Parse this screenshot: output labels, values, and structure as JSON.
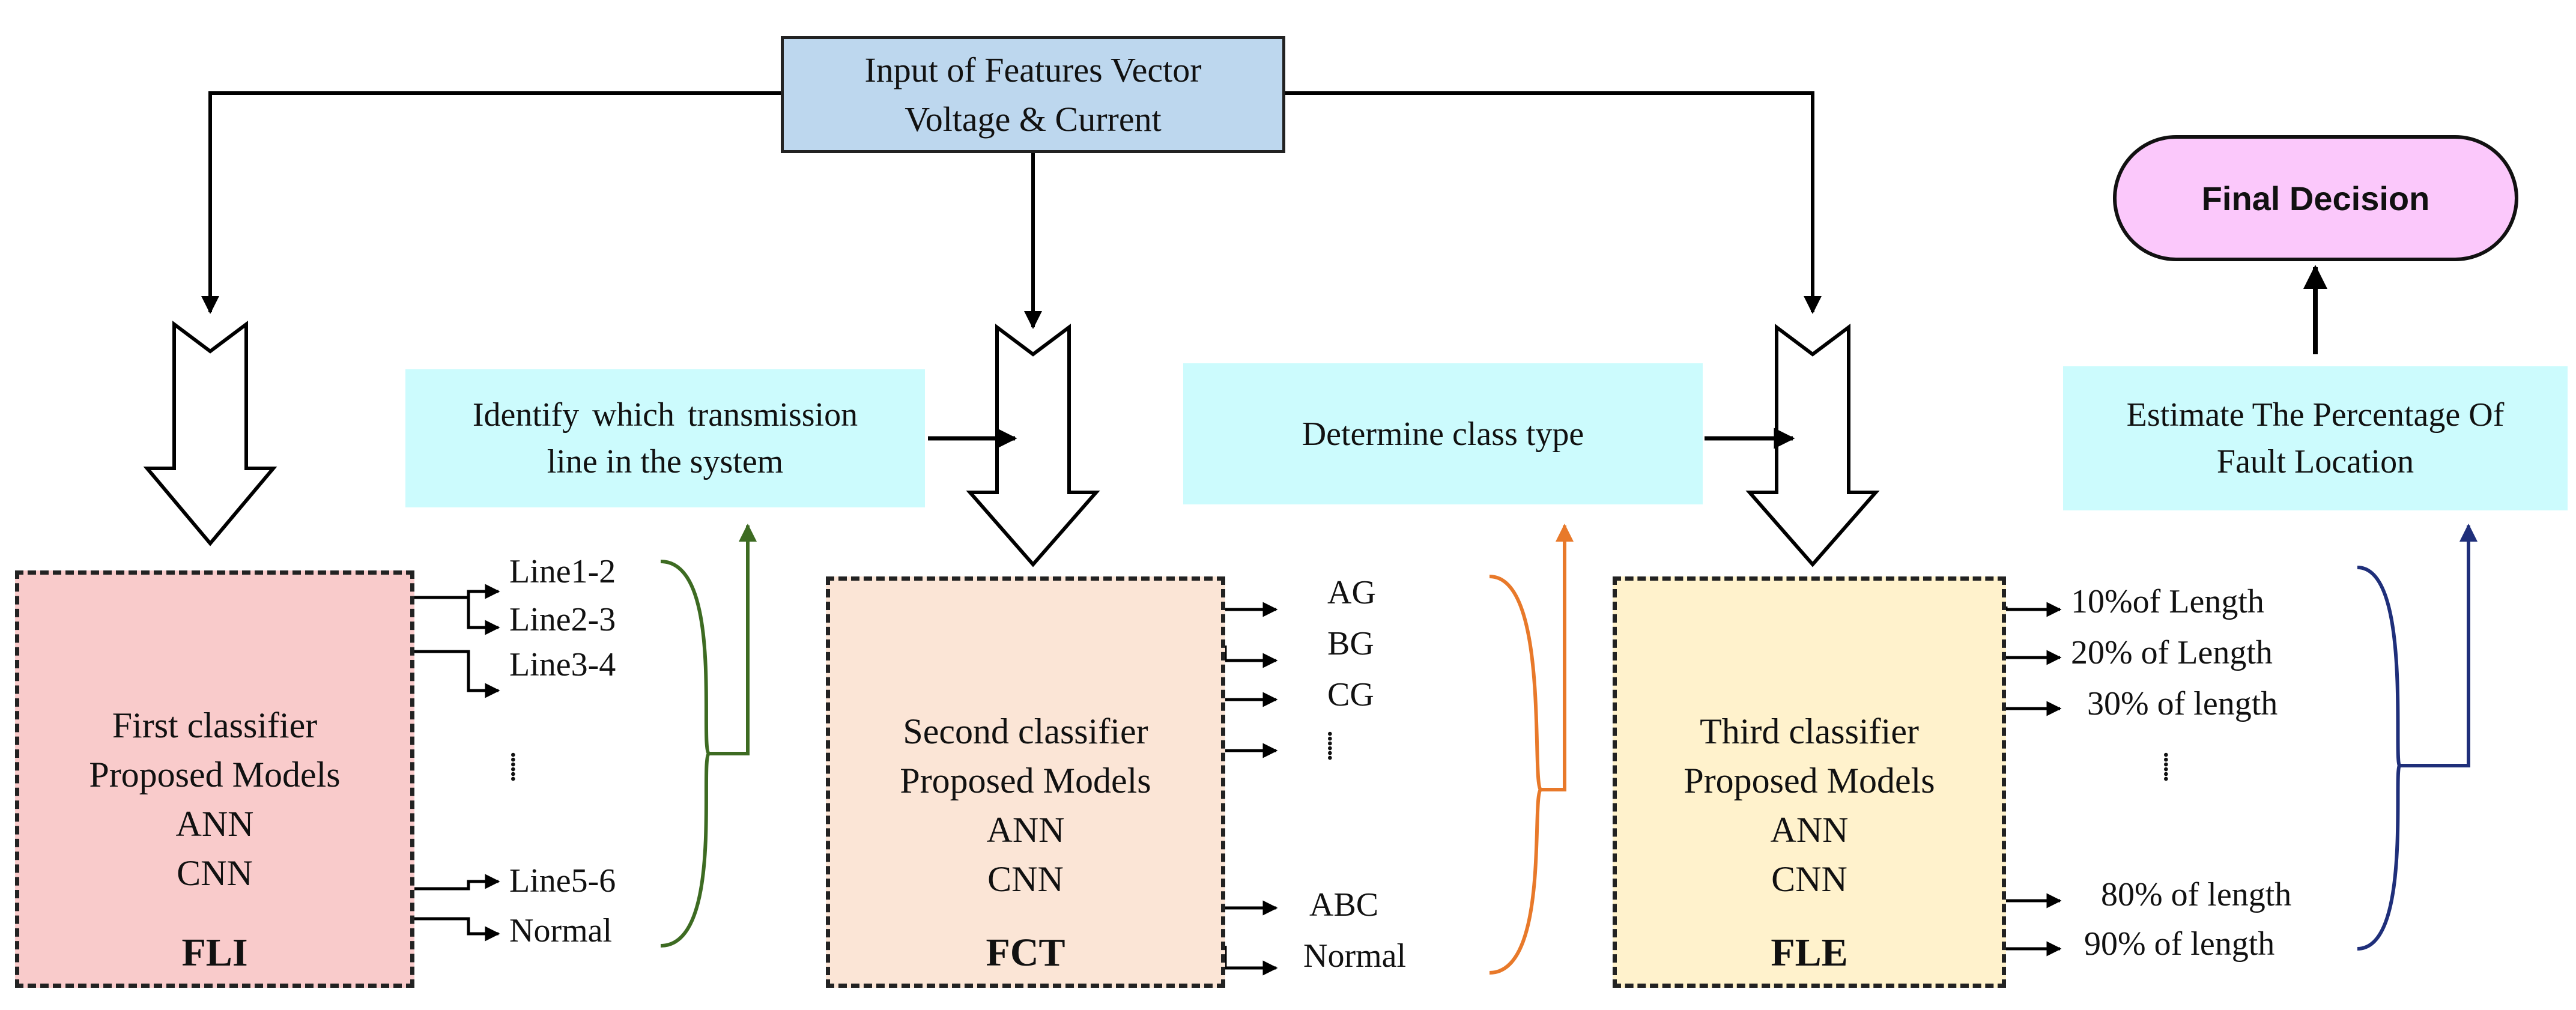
{
  "input": {
    "line1": "Input of Features Vector",
    "line2": "Voltage & Current"
  },
  "final_decision": "Final Decision",
  "notes": {
    "identify_line1": "Identify  which  transmission",
    "identify_line2": "line in the system",
    "determine": "Determine class type",
    "estimate_line1": "Estimate The Percentage Of",
    "estimate_line2": "Fault Location"
  },
  "classifiers": [
    {
      "name": "First classifier",
      "models": "Proposed Models",
      "m1": "ANN",
      "m2": "CNN",
      "tag": "FLI",
      "color": "#f9cbcb"
    },
    {
      "name": "Second classifier",
      "models": "Proposed Models",
      "m1": "ANN",
      "m2": "CNN",
      "tag": "FCT",
      "color": "#fbe5d6"
    },
    {
      "name": "Third classifier",
      "models": "Proposed Models",
      "m1": "ANN",
      "m2": "CNN",
      "tag": "FLE",
      "color": "#fff2cc"
    }
  ],
  "outputs": {
    "fli": [
      "Line1-2",
      "Line2-3",
      "Line3-4",
      "Line5-6",
      "Normal"
    ],
    "fct": [
      "AG",
      "BG",
      "CG",
      "ABC",
      "Normal"
    ],
    "fle": [
      "10%of Length",
      "20% of Length",
      "30% of length",
      "80%  of length",
      "90% of length"
    ],
    "ellipsis": "......"
  },
  "colors": {
    "fli_brace": "#3d6b22",
    "fct_brace": "#e8792a",
    "fle_brace": "#1f2f7a"
  }
}
